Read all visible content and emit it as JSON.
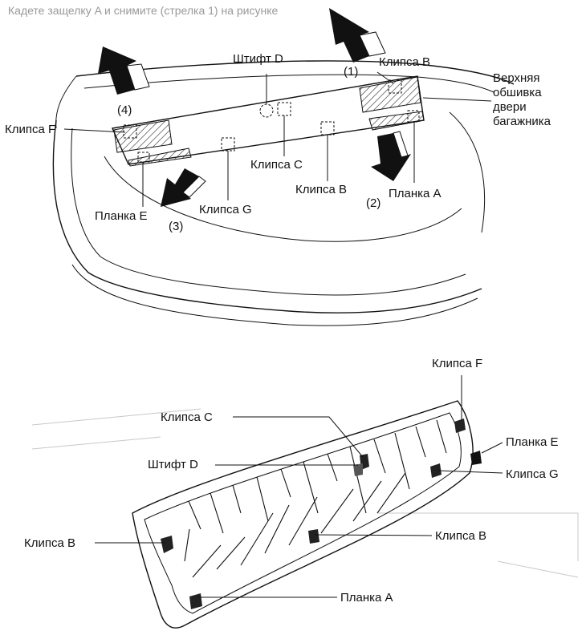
{
  "header_text": "Кадете защелку A и снимите (стрелка 1) на рисунке",
  "top_diagram": {
    "labels": {
      "pin_d": "Штифт D",
      "clip_b_top": "Клипса B",
      "trim_line1": "Верхняя",
      "trim_line2": "обшивка",
      "trim_line3": "двери",
      "trim_line4": "багажника",
      "clip_f": "Клипса F",
      "clip_c": "Клипса C",
      "clip_b_mid": "Клипса B",
      "plate_a": "Планка A",
      "clip_g": "Клипса G",
      "plate_e": "Планка E"
    },
    "steps": [
      "(1)",
      "(2)",
      "(3)",
      "(4)"
    ]
  },
  "bottom_diagram": {
    "labels": {
      "clip_f": "Клипса F",
      "clip_c": "Клипса C",
      "plate_e": "Планка E",
      "pin_d": "Штифт D",
      "clip_g": "Клипса G",
      "clip_b_left": "Клипса B",
      "clip_b_right": "Клипса B",
      "plate_a": "Планка A"
    }
  }
}
